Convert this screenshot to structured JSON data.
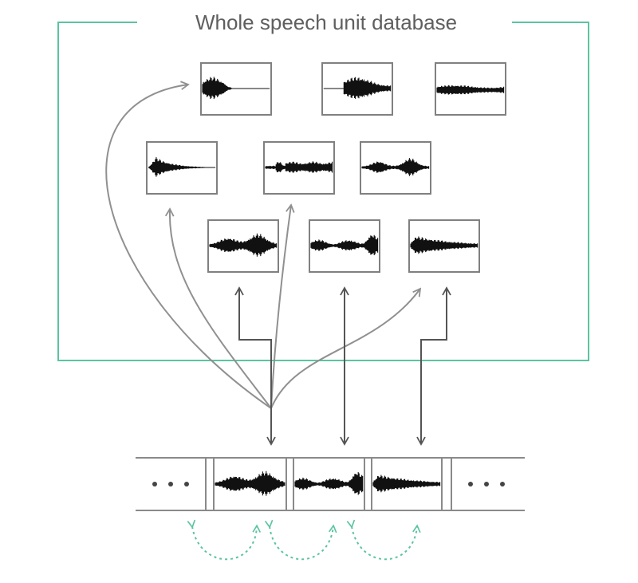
{
  "title": "Whole speech unit database",
  "colors": {
    "database_frame": "#5bc4a0",
    "concatenation_loop": "#5bc4a0",
    "candidate_arrow": "#909090",
    "selected_arrow": "#555555",
    "waveform": "#111111",
    "box_border": "#808080"
  },
  "database_units": [
    {
      "id": "unit-1",
      "shape": "decay-then-flat"
    },
    {
      "id": "unit-2",
      "shape": "flat-then-burst"
    },
    {
      "id": "unit-3",
      "shape": "periodic-even"
    },
    {
      "id": "unit-4",
      "shape": "burst-decay"
    },
    {
      "id": "unit-5",
      "shape": "rising-periodic"
    },
    {
      "id": "unit-6",
      "shape": "two-bursts"
    },
    {
      "id": "unit-7",
      "shape": "double-burst"
    },
    {
      "id": "unit-8",
      "shape": "rising-end"
    },
    {
      "id": "unit-9",
      "shape": "decaying"
    }
  ],
  "output_sequence": {
    "ellipsis_left": "• • •",
    "ellipsis_right": "• • •",
    "segments": [
      {
        "id": "segment-1",
        "shape": "double-burst"
      },
      {
        "id": "segment-2",
        "shape": "rising-end"
      },
      {
        "id": "segment-3",
        "shape": "decaying"
      }
    ]
  }
}
